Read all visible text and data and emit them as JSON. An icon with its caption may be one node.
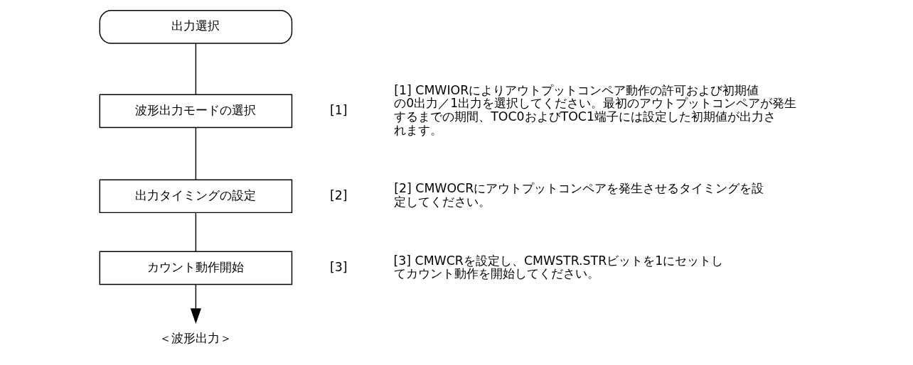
{
  "diagram": {
    "nodes": [
      {
        "text": [
          "出力選択"
        ]
      },
      {
        "text": [
          "波形出力モードの選択"
        ],
        "beside": [
          "[1]"
        ]
      },
      {
        "text": [
          "出力タイミングの設定"
        ],
        "beside": [
          "[2]"
        ]
      },
      {
        "text": [
          "カウント動作開始"
        ],
        "beside": [
          "[3]"
        ]
      },
      {
        "text": [
          "＜波形出力＞"
        ]
      }
    ],
    "edges": [
      {
        "from": 0,
        "to": 1,
        "arrow": "none"
      },
      {
        "from": 1,
        "to": 2,
        "arrow": "none"
      },
      {
        "from": 2,
        "to": 3,
        "arrow": "none"
      },
      {
        "from": 3,
        "to": 4,
        "arrow": "to"
      }
    ],
    "labels": [
      "[1] CMWIORによりアウトプットコンペア動作の許可および初期値の0出力／1出力を選択してください。最初のアウトプットコンペアが発生するまでの期間、TOC0およびTOC1端子には設定した初期値が出力されます。",
      "[2] CMWOCRにアウトプットコンペアを発生させるタイミングを設定してください。",
      "[3] CMWCRを設定し、CMWSTR.STRビットを1にセットしてカウント動作を開始してください。"
    ]
  }
}
